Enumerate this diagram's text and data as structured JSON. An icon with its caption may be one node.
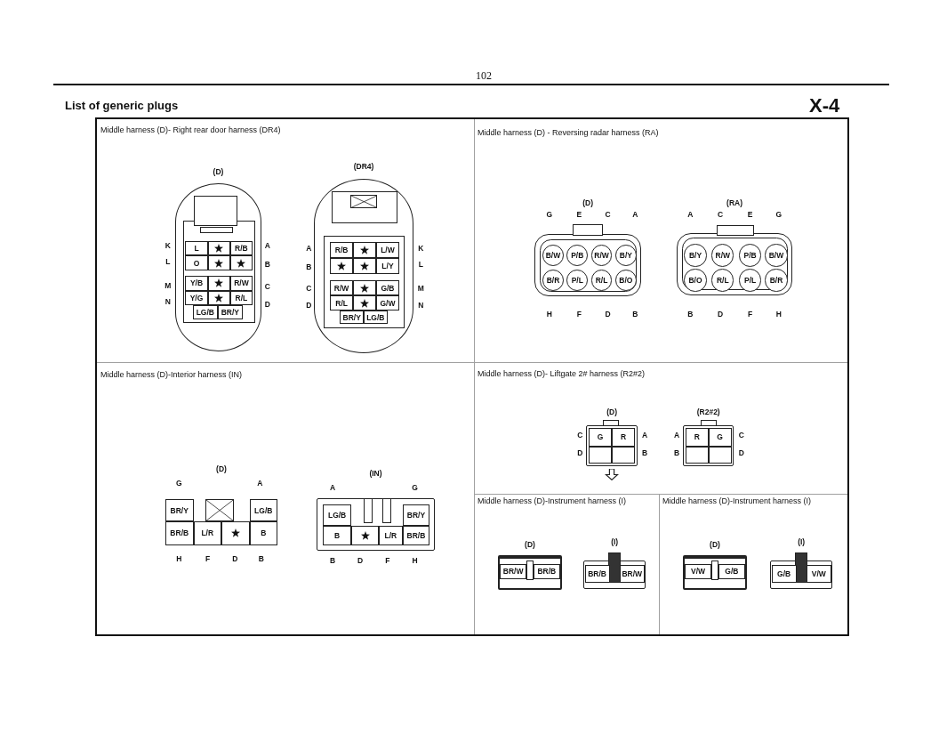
{
  "diagram": {
    "title": "List of generic plugs",
    "nodes": [
      {
        "text": [
          "Middle harness (D)- Right rear door harness (DR4)"
        ]
      },
      {
        "text": [
          "(D)",
          "L",
          "R/B",
          "O",
          "Y/B",
          "R/W",
          "Y/G",
          "R/L",
          "LG/B",
          "BR/Y"
        ],
        "in": 0,
        "beside": [
          "K",
          "L",
          "M",
          "N",
          "A",
          "B",
          "C",
          "D"
        ]
      },
      {
        "text": [
          "(DR4)",
          "R/B",
          "L/W",
          "L/Y",
          "R/W",
          "G/B",
          "R/L",
          "G/W",
          "BR/Y",
          "LG/B"
        ],
        "in": 0,
        "beside": [
          "A",
          "B",
          "C",
          "D",
          "K",
          "L",
          "M",
          "N"
        ]
      },
      {
        "text": [
          "Middle harness (D) - Reversing radar harness (RA)"
        ]
      },
      {
        "text": [
          "(D)",
          "B/W",
          "P/B",
          "R/W",
          "B/Y",
          "B/R",
          "P/L",
          "R/L",
          "B/O"
        ],
        "in": 3,
        "beside": [
          "G",
          "E",
          "C",
          "A",
          "H",
          "F",
          "D",
          "B"
        ]
      },
      {
        "text": [
          "(RA)",
          "B/Y",
          "R/W",
          "P/B",
          "B/W",
          "B/O",
          "R/L",
          "P/L",
          "B/R"
        ],
        "in": 3,
        "beside": [
          "A",
          "C",
          "E",
          "G",
          "B",
          "D",
          "F",
          "H"
        ]
      },
      {
        "text": [
          "Middle harness (D)-Interior harness (IN)"
        ]
      },
      {
        "text": [
          "(D)",
          "BR/Y",
          "LG/B",
          "BR/B",
          "L/R",
          "B"
        ],
        "in": 6,
        "beside": [
          "G",
          "A",
          "H",
          "F",
          "D",
          "B"
        ]
      },
      {
        "text": [
          "(IN)",
          "LG/B",
          "BR/Y",
          "B",
          "L/R",
          "BR/B"
        ],
        "in": 6,
        "beside": [
          "A",
          "G",
          "B",
          "D",
          "F",
          "H"
        ]
      },
      {
        "text": [
          "Middle harness (D)- Liftgate 2# harness (R2#2)"
        ]
      },
      {
        "text": [
          "(D)",
          "G",
          "R"
        ],
        "in": 9,
        "beside": [
          "C",
          "D",
          "A",
          "B"
        ]
      },
      {
        "text": [
          "(R2#2)",
          "R",
          "G"
        ],
        "in": 9,
        "beside": [
          "A",
          "B",
          "C",
          "D"
        ]
      },
      {
        "text": [
          "Middle harness (D)-Instrument harness (I)"
        ]
      },
      {
        "text": [
          "(D)",
          "BR/W",
          "BR/B"
        ],
        "in": 12
      },
      {
        "text": [
          "(I)",
          "BR/B",
          "BR/W"
        ],
        "in": 12
      },
      {
        "text": [
          "Middle harness (D)-Instrument harness (I)"
        ]
      },
      {
        "text": [
          "(D)",
          "V/W",
          "G/B"
        ],
        "in": 15
      },
      {
        "text": [
          "(I)",
          "G/B",
          "V/W"
        ],
        "in": 15
      }
    ],
    "labels": [
      "102",
      "X-4"
    ]
  }
}
